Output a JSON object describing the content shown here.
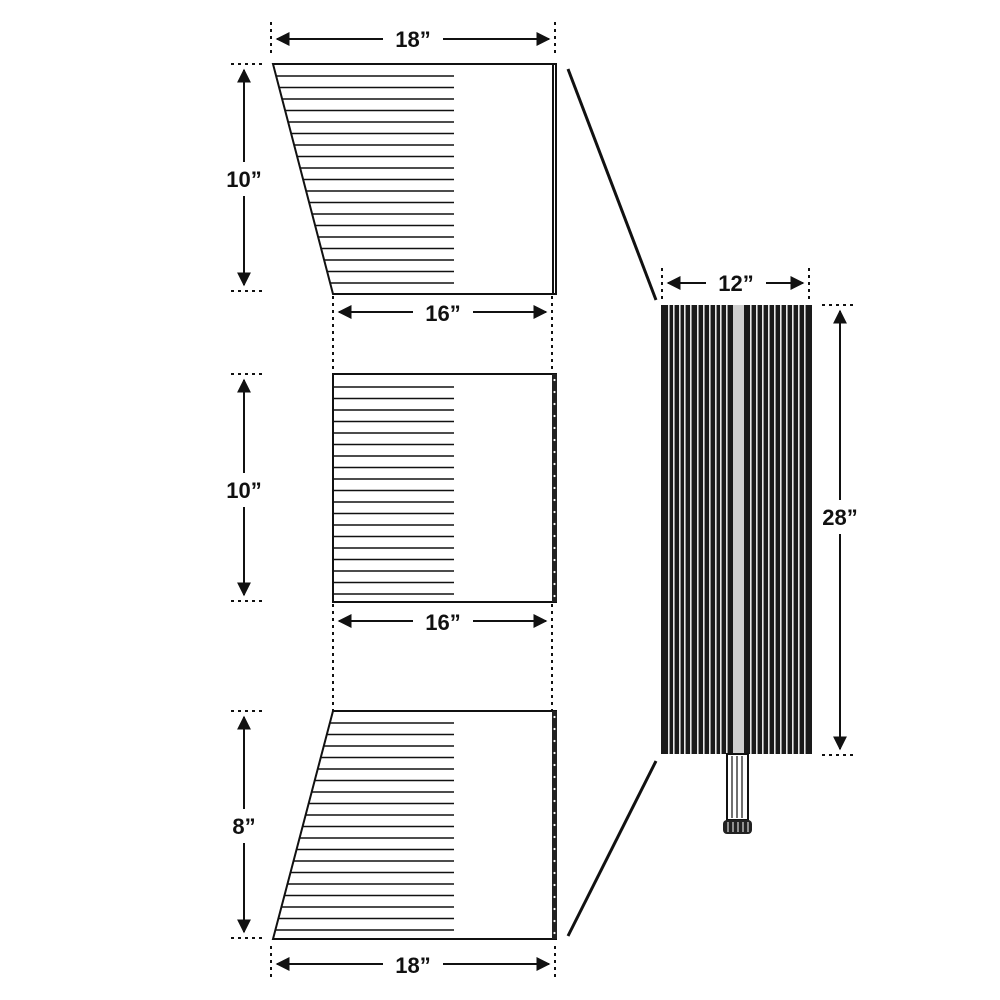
{
  "colors": {
    "ink": "#111111",
    "background": "#ffffff",
    "roll_highlight": "#cfcfcf"
  },
  "panels": [
    {
      "name": "top-panel",
      "top_width_label": "18”",
      "height_label": "10”",
      "bottom_width_label": "16”"
    },
    {
      "name": "middle-panel",
      "height_label": "10”",
      "bottom_width_label": "16”"
    },
    {
      "name": "bottom-panel",
      "height_label": "8”",
      "bottom_width_label": "18”"
    }
  ],
  "rolled_brush": {
    "width_label": "12”",
    "height_label": "28”"
  }
}
